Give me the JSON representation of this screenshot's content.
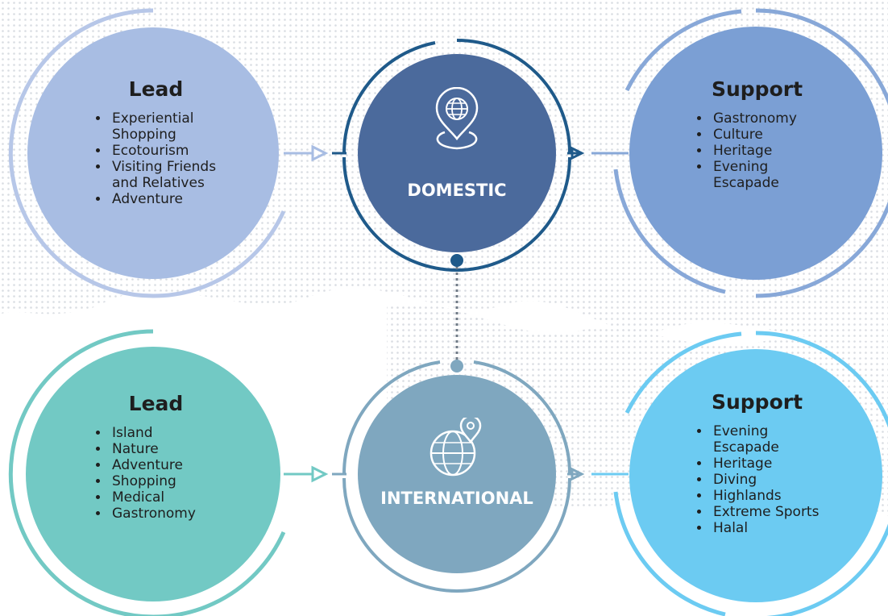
{
  "domestic": {
    "label": "DOMESTIC",
    "lead": {
      "title": "Lead",
      "items": [
        "Experiential Shopping",
        "Ecotourism",
        "Visiting Friends and Relatives",
        "Adventure"
      ]
    },
    "support": {
      "title": "Support",
      "items": [
        "Gastronomy",
        "Culture",
        "Heritage",
        "Evening Escapade"
      ]
    }
  },
  "international": {
    "label": "INTERNATIONAL",
    "lead": {
      "title": "Lead",
      "items": [
        "Island",
        "Nature",
        "Adventure",
        "Shopping",
        "Medical",
        "Gastronomy"
      ]
    },
    "support": {
      "title": "Support",
      "items": [
        "Evening Escapade",
        "Heritage",
        "Diving",
        "Highlands",
        "Extreme Sports",
        "Halal"
      ]
    }
  },
  "colors": {
    "domestic_lead": "#a8bde3",
    "domestic_hub": "#4b6a9c",
    "domestic_support": "#7b9fd4",
    "international_lead": "#72c9c4",
    "international_hub": "#7fa7bf",
    "international_support": "#6ccbf2",
    "connector": "#4b6a9c"
  },
  "icons": {
    "domestic": "globe-location-pin-icon",
    "international": "globe-with-pin-icon"
  }
}
